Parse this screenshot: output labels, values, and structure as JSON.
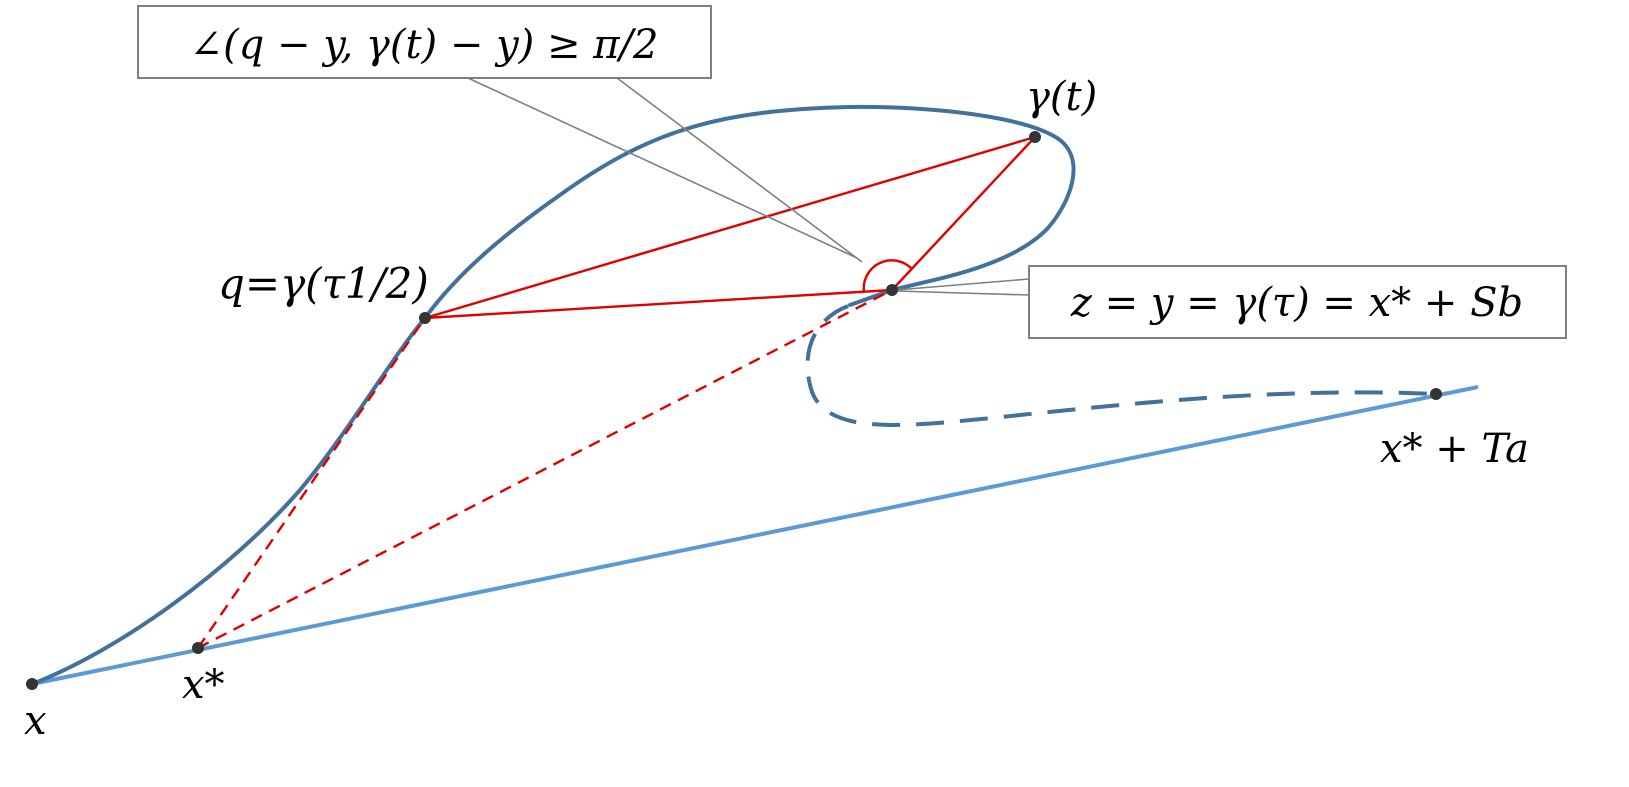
{
  "callouts": {
    "angle_condition": "∠(q  − y, γ(t) − y) ≥ π/2",
    "point_identity": "z = y = γ(τ) = x* + Sb"
  },
  "labels": {
    "x": "x",
    "x_star": "x*",
    "q": "q=γ(τ1/2)",
    "gamma_t": "γ(t)",
    "x_star_plus_Ta": "x* + Ta"
  },
  "colors": {
    "curve": "#41719c",
    "segment": "#5b9bd5",
    "construction": "#e00000",
    "callout_border": "#7f7f7f",
    "point": "#333333"
  }
}
